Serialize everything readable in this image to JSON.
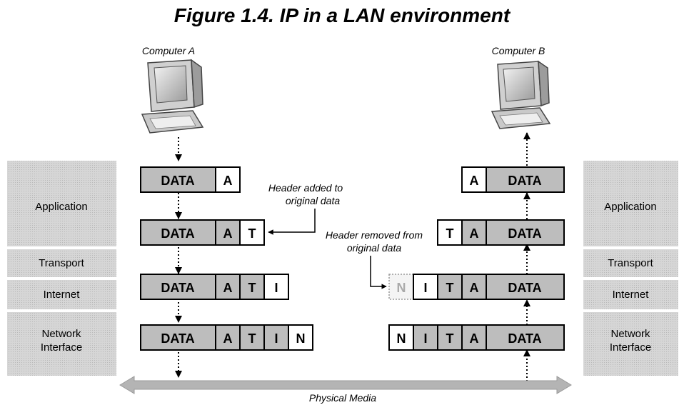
{
  "title": "Figure 1.4. IP in a LAN environment",
  "computers": {
    "a": "Computer A",
    "b": "Computer B"
  },
  "layers": {
    "application": "Application",
    "transport": "Transport",
    "internet": "Internet",
    "network_line1": "Network",
    "network_line2": "Interface"
  },
  "headers": {
    "application": "A",
    "transport": "T",
    "internet": "I",
    "network": "N"
  },
  "data_label": "DATA",
  "callouts": {
    "added_line1": "Header added to",
    "added_line2": "original data",
    "removed_line1": "Header removed from",
    "removed_line2": "original data"
  },
  "physical_media": "Physical Media"
}
